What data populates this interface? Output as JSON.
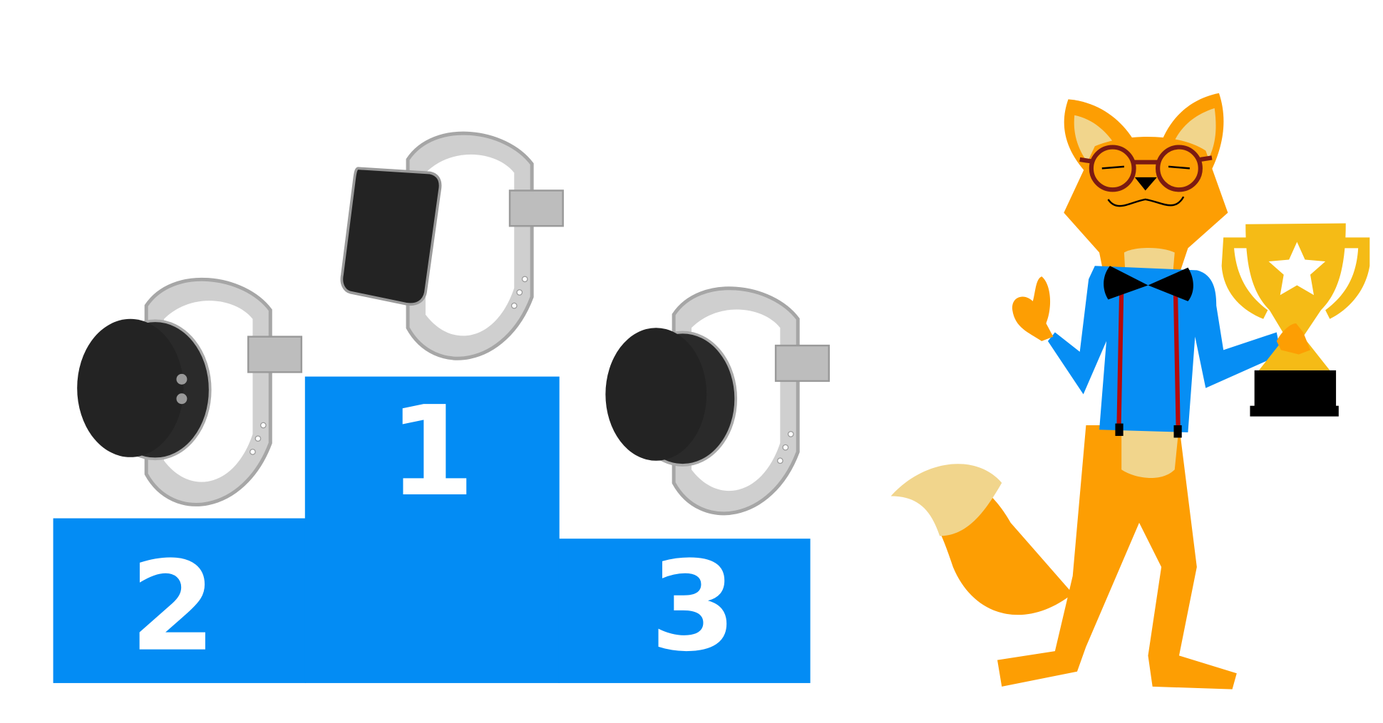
{
  "podium": {
    "first_label": "1",
    "second_label": "2",
    "third_label": "3"
  },
  "colors": {
    "podium": "#038cf4",
    "fox_orange": "#fd9e03",
    "fox_cream": "#f1d58c",
    "shirt": "#068ef4",
    "trophy": "#f5bb16",
    "watch_face": "#232323",
    "strap": "#cfcfcf"
  }
}
